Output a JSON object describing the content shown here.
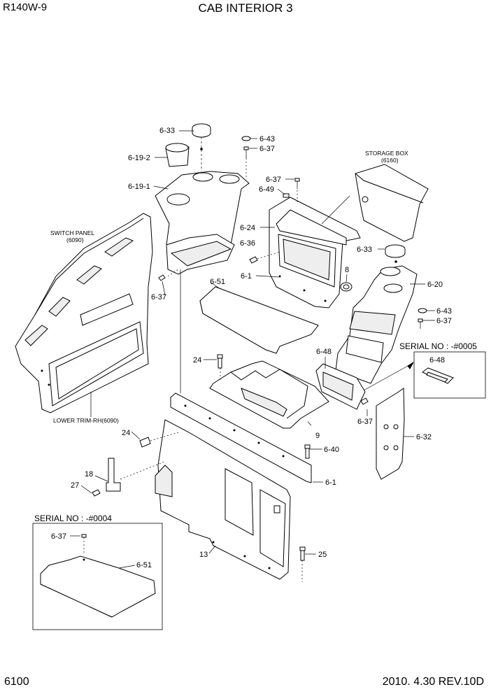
{
  "header": {
    "model": "R140W-9",
    "title": "CAB INTERIOR 3"
  },
  "footer": {
    "page": "6100",
    "revision": "2010. 4.30  REV.10D"
  },
  "callouts": {
    "c6_33_a": "6-33",
    "c6_19_2": "6-19-2",
    "c6_19_1": "6-19-1",
    "c6_37_a": "6-37",
    "c6_43_a": "6-43",
    "c6_37_b": "6-37",
    "c6_37_c": "6-37",
    "c6_49": "6-49",
    "c6_24": "6-24",
    "c6_36": "6-36",
    "c6_1_a": "6-1",
    "c8": "8",
    "c6_51_a": "6-51",
    "c6_33_b": "6-33",
    "c6_20": "6-20",
    "c6_43_b": "6-43",
    "c6_37_d": "6-37",
    "c6_48_a": "6-48",
    "c6_48_b": "6-48",
    "c24_a": "24",
    "c9": "9",
    "c6_37_e": "6-37",
    "c6_32": "6-32",
    "c24_b": "24",
    "c6_40": "6-40",
    "c18": "18",
    "c27": "27",
    "c6_1_b": "6-1",
    "c6_37_f": "6-37",
    "c6_51_b": "6-51",
    "c13": "13",
    "c25": "25"
  },
  "notes": {
    "storage_box": "STORAGE BOX",
    "storage_box_code": "(6160)",
    "switch_panel": "SWITCH PANEL",
    "switch_panel_code": "(6090)",
    "lower_trim": "LOWER TRIM-RH(6090)",
    "serial_1": "SERIAL NO : -#0005",
    "serial_2": "SERIAL NO : -#0004"
  }
}
